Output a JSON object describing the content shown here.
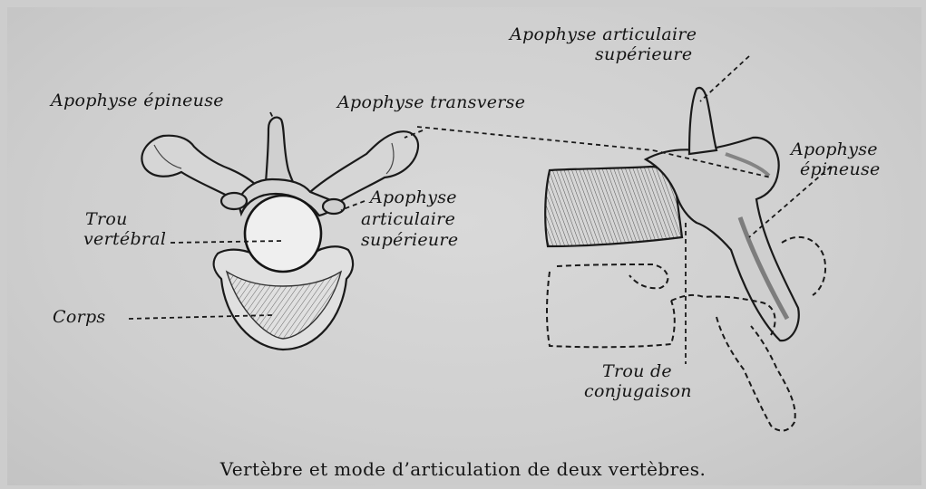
{
  "labels": {
    "apophyse_epineuse_left": "Apophyse épineuse",
    "apophyse_transverse": "Apophyse transverse",
    "trou_vertebral_1": "Trou",
    "trou_vertebral_2": "vertébral",
    "apophyse_articulaire_left_1": "Apophyse",
    "apophyse_articulaire_left_2": "articulaire",
    "apophyse_articulaire_left_3": "supérieure",
    "corps": "Corps",
    "apophyse_articulaire_right_1": "Apophyse articulaire",
    "apophyse_articulaire_right_2": "supérieure",
    "apophyse_epineuse_right_1": "Apophyse",
    "apophyse_epineuse_right_2": "épineuse",
    "trou_conjugaison_1": "Trou de",
    "trou_conjugaison_2": "conjugaison"
  },
  "caption": "Vertèbre et mode d’articulation de deux vertèbres."
}
